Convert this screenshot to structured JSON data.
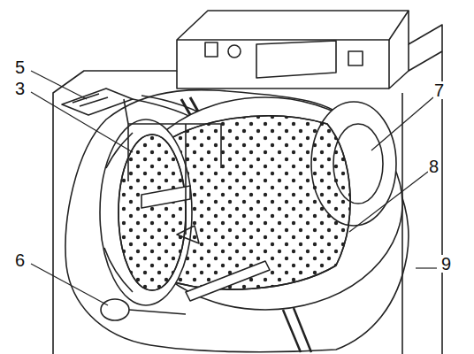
{
  "diagram": {
    "labels": [
      "5",
      "3",
      "7",
      "8",
      "6",
      "9"
    ]
  }
}
